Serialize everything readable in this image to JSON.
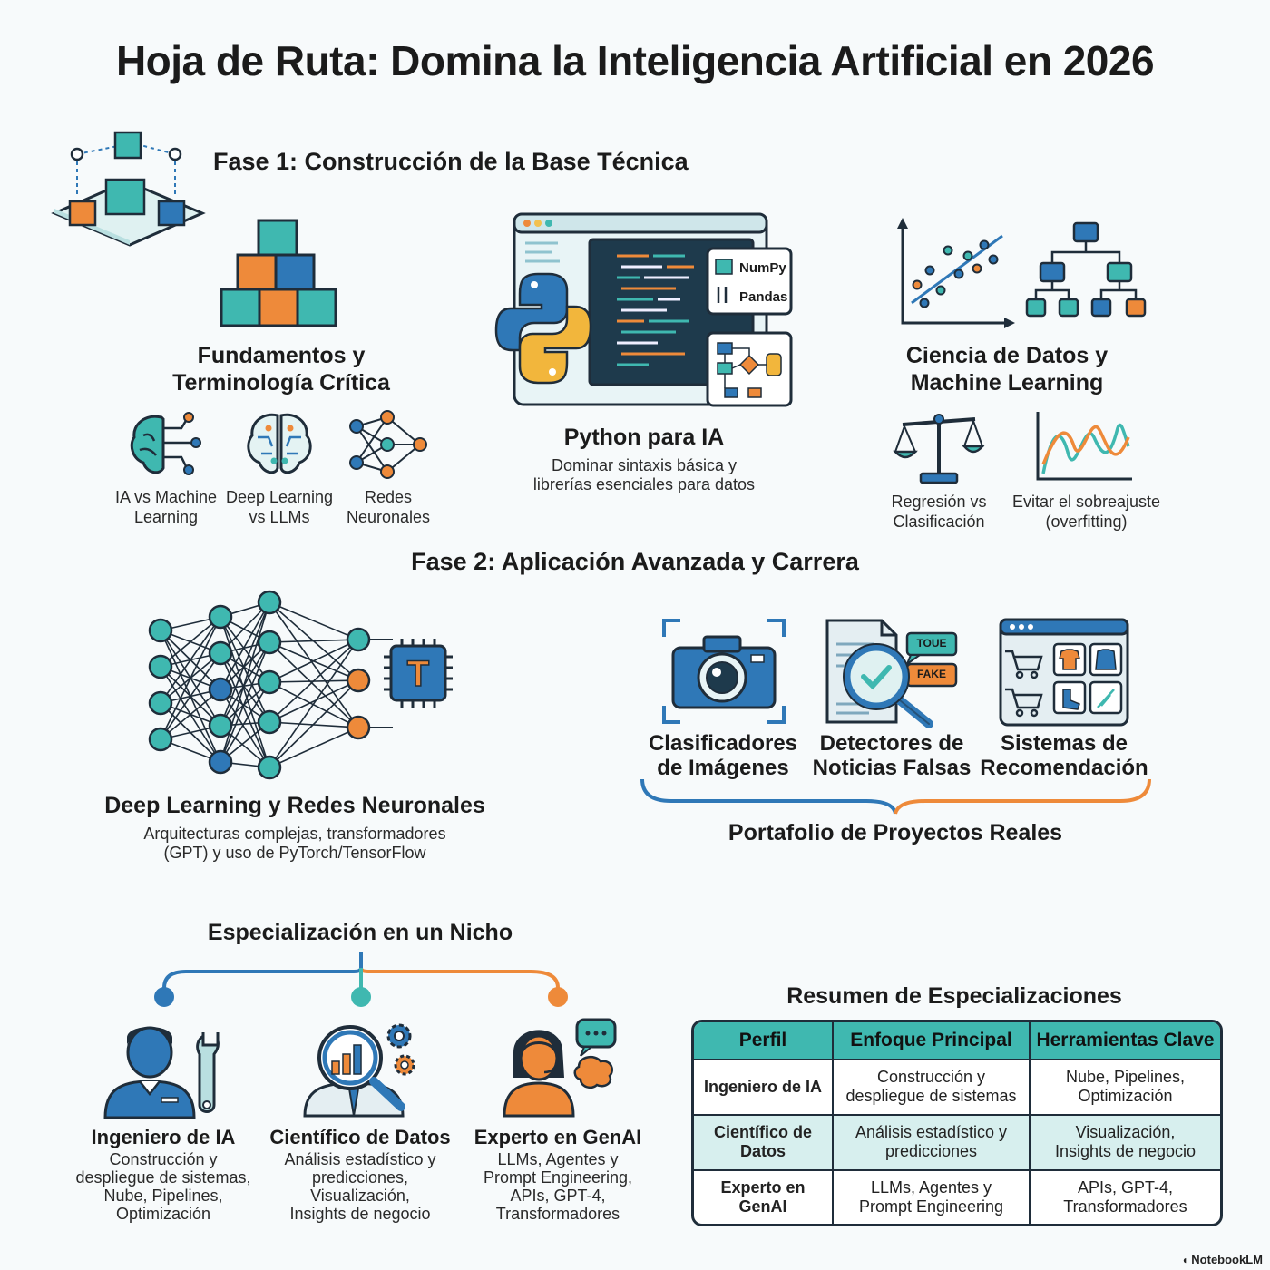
{
  "title": "Hoja de Ruta: Domina la Inteligencia Artificial en 2026",
  "phase1": {
    "title": "Fase 1: Construcción de la Base Técnica",
    "fundamentos": {
      "title_line1": "Fundamentos y",
      "title_line2": "Terminología Crítica",
      "items": [
        {
          "line1": "IA vs Machine",
          "line2": "Learning"
        },
        {
          "line1": "Deep Learning",
          "line2": "vs LLMs"
        },
        {
          "line1": "Redes",
          "line2": "Neuronales"
        }
      ]
    },
    "python": {
      "title": "Python para IA",
      "desc_line1": "Dominar sintaxis básica y",
      "desc_line2": "librerías esenciales para datos",
      "lib1": "NumPy",
      "lib2": "Pandas"
    },
    "ciencia": {
      "title_line1": "Ciencia de Datos y",
      "title_line2": "Machine Learning",
      "items": [
        {
          "line1": "Regresión vs",
          "line2": "Clasificación"
        },
        {
          "line1": "Evitar el sobreajuste",
          "line2": "(overfitting)"
        }
      ]
    }
  },
  "phase2": {
    "title": "Fase 2: Aplicación Avanzada y Carrera",
    "deep": {
      "title": "Deep Learning y Redes Neuronales",
      "desc_line1": "Arquitecturas complejas, transformadores",
      "desc_line2": "(GPT) y uso de PyTorch/TensorFlow",
      "chip_letter": "T"
    },
    "portfolio": {
      "title": "Portafolio de Proyectos Reales",
      "items": [
        {
          "line1": "Clasificadores",
          "line2": "de Imágenes"
        },
        {
          "line1": "Detectores de",
          "line2": "Noticias Falsas"
        },
        {
          "line1": "Sistemas de",
          "line2": "Recomendación"
        }
      ],
      "tag_true": "TOUE",
      "tag_fake": "FAKE"
    }
  },
  "niche": {
    "title": "Especialización en un Nicho",
    "roles": [
      {
        "title": "Ingeniero de IA",
        "lines": [
          "Construcción y",
          "despliegue de sistemas,",
          "Nube, Pipelines,",
          "Optimización"
        ]
      },
      {
        "title": "Científico de Datos",
        "lines": [
          "Análisis estadístico y",
          "predicciones,",
          "Visualización,",
          "Insights de negocio"
        ]
      },
      {
        "title": "Experto en GenAI",
        "lines": [
          "LLMs, Agentes y",
          "Prompt Engineering,",
          "APIs, GPT-4,",
          "Transformadores"
        ]
      }
    ]
  },
  "summary": {
    "title": "Resumen de Especializaciones",
    "headers": [
      "Perfil",
      "Enfoque Principal",
      "Herramientas Clave"
    ],
    "rows": [
      {
        "profile": [
          "Ingeniero de IA"
        ],
        "focus": [
          "Construcción y",
          "despliegue de sistemas"
        ],
        "tools": [
          "Nube, Pipelines,",
          "Optimización"
        ]
      },
      {
        "profile": [
          "Científico de",
          "Datos"
        ],
        "focus": [
          "Análisis estadístico y",
          "predicciones"
        ],
        "tools": [
          "Visualización,",
          "Insights de negocio"
        ]
      },
      {
        "profile": [
          "Experto en",
          "GenAI"
        ],
        "focus": [
          "LLMs, Agentes y",
          "Prompt Engineering"
        ],
        "tools": [
          "APIs, GPT-4,",
          "Transformadores"
        ]
      }
    ]
  },
  "brand": "NotebookLM",
  "colors": {
    "teal": "#3fb8b0",
    "blue": "#2f78b7",
    "orange": "#ee8a3a",
    "navy": "#1f2d3a"
  }
}
